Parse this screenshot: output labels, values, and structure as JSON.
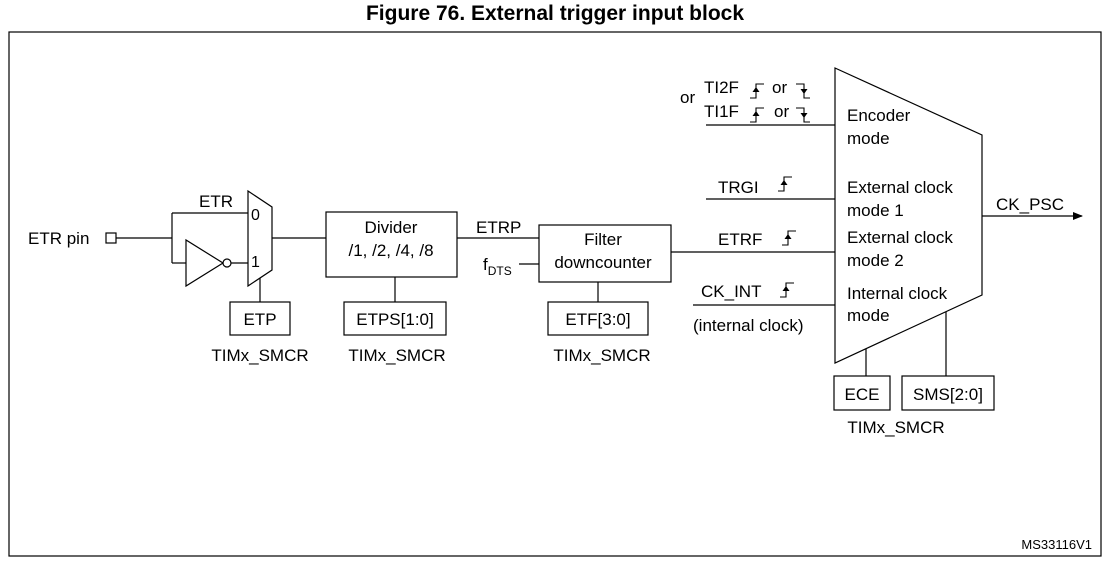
{
  "title": "Figure 76. External trigger input block",
  "footer_id": "MS33116V1",
  "inputs": {
    "etr_pin": "ETR pin",
    "etr": "ETR",
    "mux_0": "0",
    "mux_1": "1",
    "etrp": "ETRP",
    "fdts_main": "f",
    "fdts_sub": "DTS",
    "etrf": "ETRF",
    "trgi": "TRGI",
    "ck_int": "CK_INT",
    "internal_clock": "(internal clock)",
    "or_prefix": "or",
    "ti2f": "TI2F",
    "ti1f": "TI1F",
    "or_mid": "or"
  },
  "blocks": {
    "divider_line1": "Divider",
    "divider_line2": "/1, /2, /4, /8",
    "filter_line1": "Filter",
    "filter_line2": "downcounter"
  },
  "registers": {
    "etp": "ETP",
    "etps": "ETPS[1:0]",
    "etf": "ETF[3:0]",
    "ece": "ECE",
    "sms": "SMS[2:0]",
    "smcr_1": "TIMx_SMCR",
    "smcr_2": "TIMx_SMCR",
    "smcr_3": "TIMx_SMCR",
    "smcr_4": "TIMx_SMCR"
  },
  "modes": {
    "encoder_1": "Encoder",
    "encoder_2": "mode",
    "ext1_1": "External clock",
    "ext1_2": "mode 1",
    "ext2_1": "External clock",
    "ext2_2": "mode 2",
    "int_1": "Internal clock",
    "int_2": "mode"
  },
  "output": "CK_PSC"
}
